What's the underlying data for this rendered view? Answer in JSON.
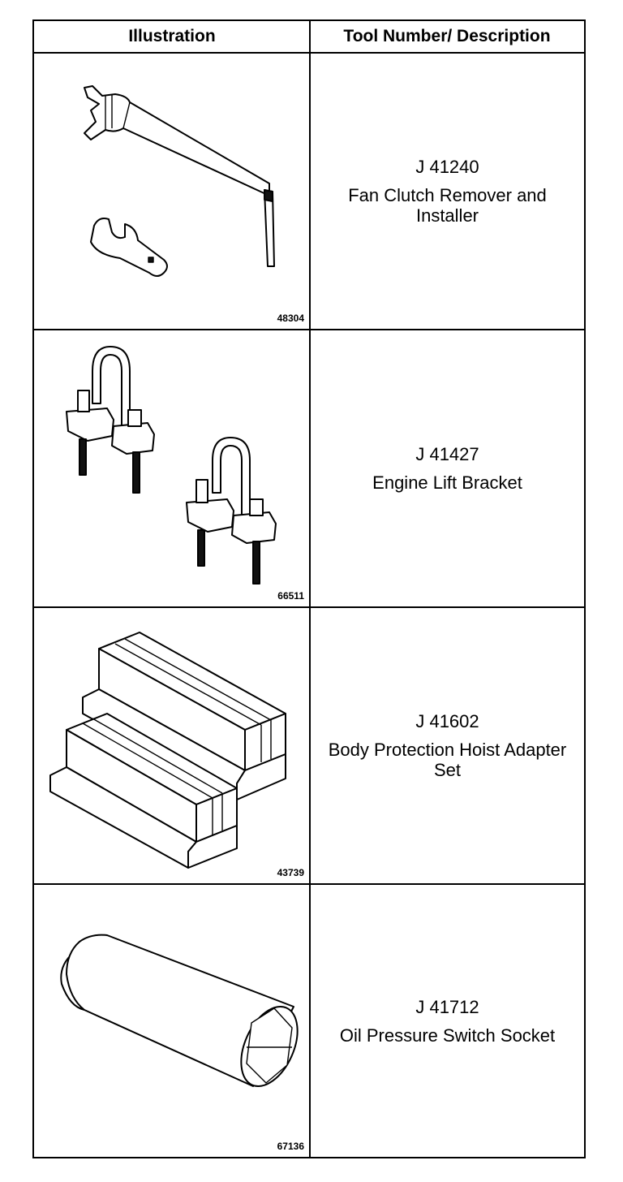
{
  "header": {
    "illustration": "Illustration",
    "tool": "Tool Number/ Description"
  },
  "rows": [
    {
      "figure": "48304",
      "tool_number": "J 41240",
      "description": "Fan Clutch Remover and Installer",
      "icon": "fan-clutch-wrench-icon"
    },
    {
      "figure": "66511",
      "tool_number": "J 41427",
      "description": "Engine Lift Bracket",
      "icon": "engine-lift-bracket-icon"
    },
    {
      "figure": "43739",
      "tool_number": "J 41602",
      "description": "Body Protection Hoist Adapter Set",
      "icon": "hoist-adapter-block-icon"
    },
    {
      "figure": "67136",
      "tool_number": "J 41712",
      "description": "Oil Pressure Switch Socket",
      "icon": "socket-icon"
    }
  ]
}
